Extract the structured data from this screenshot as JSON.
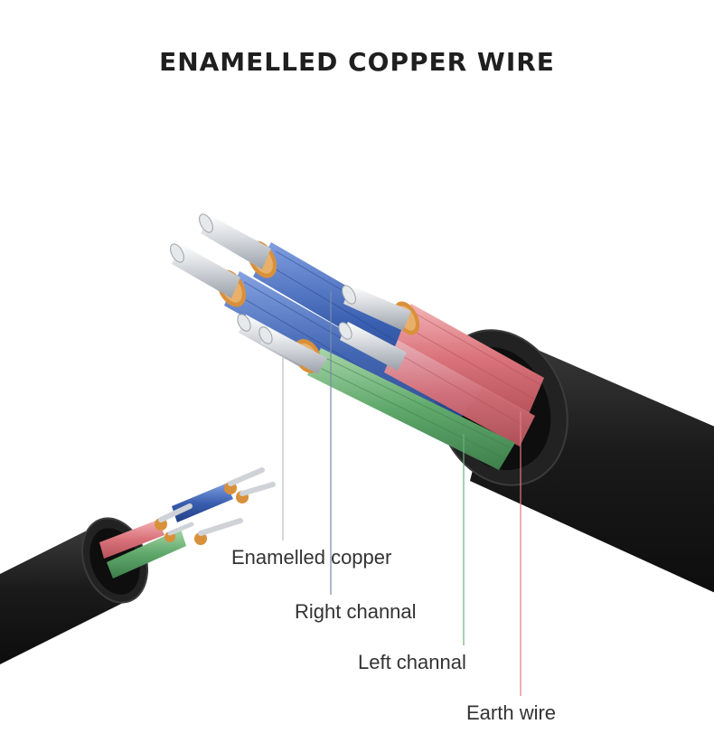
{
  "title": "ENAMELLED COPPER WIRE",
  "labels": {
    "enamelled_copper": "Enamelled copper",
    "right_channel": "Right channal",
    "left_channel": "Left channal",
    "earth_wire": "Earth wire"
  },
  "colors": {
    "jacket": "#1c1c1c",
    "right_channel_wire": "#3d66b8",
    "left_channel_wire": "#5fa86b",
    "earth_wire": "#d9727a",
    "enamel_ring": "#d9903a",
    "conductor": "#cfd3d8",
    "leader_line": "#b8b8b8",
    "earth_leader": "#e07c86",
    "left_leader": "#6bb07a"
  }
}
